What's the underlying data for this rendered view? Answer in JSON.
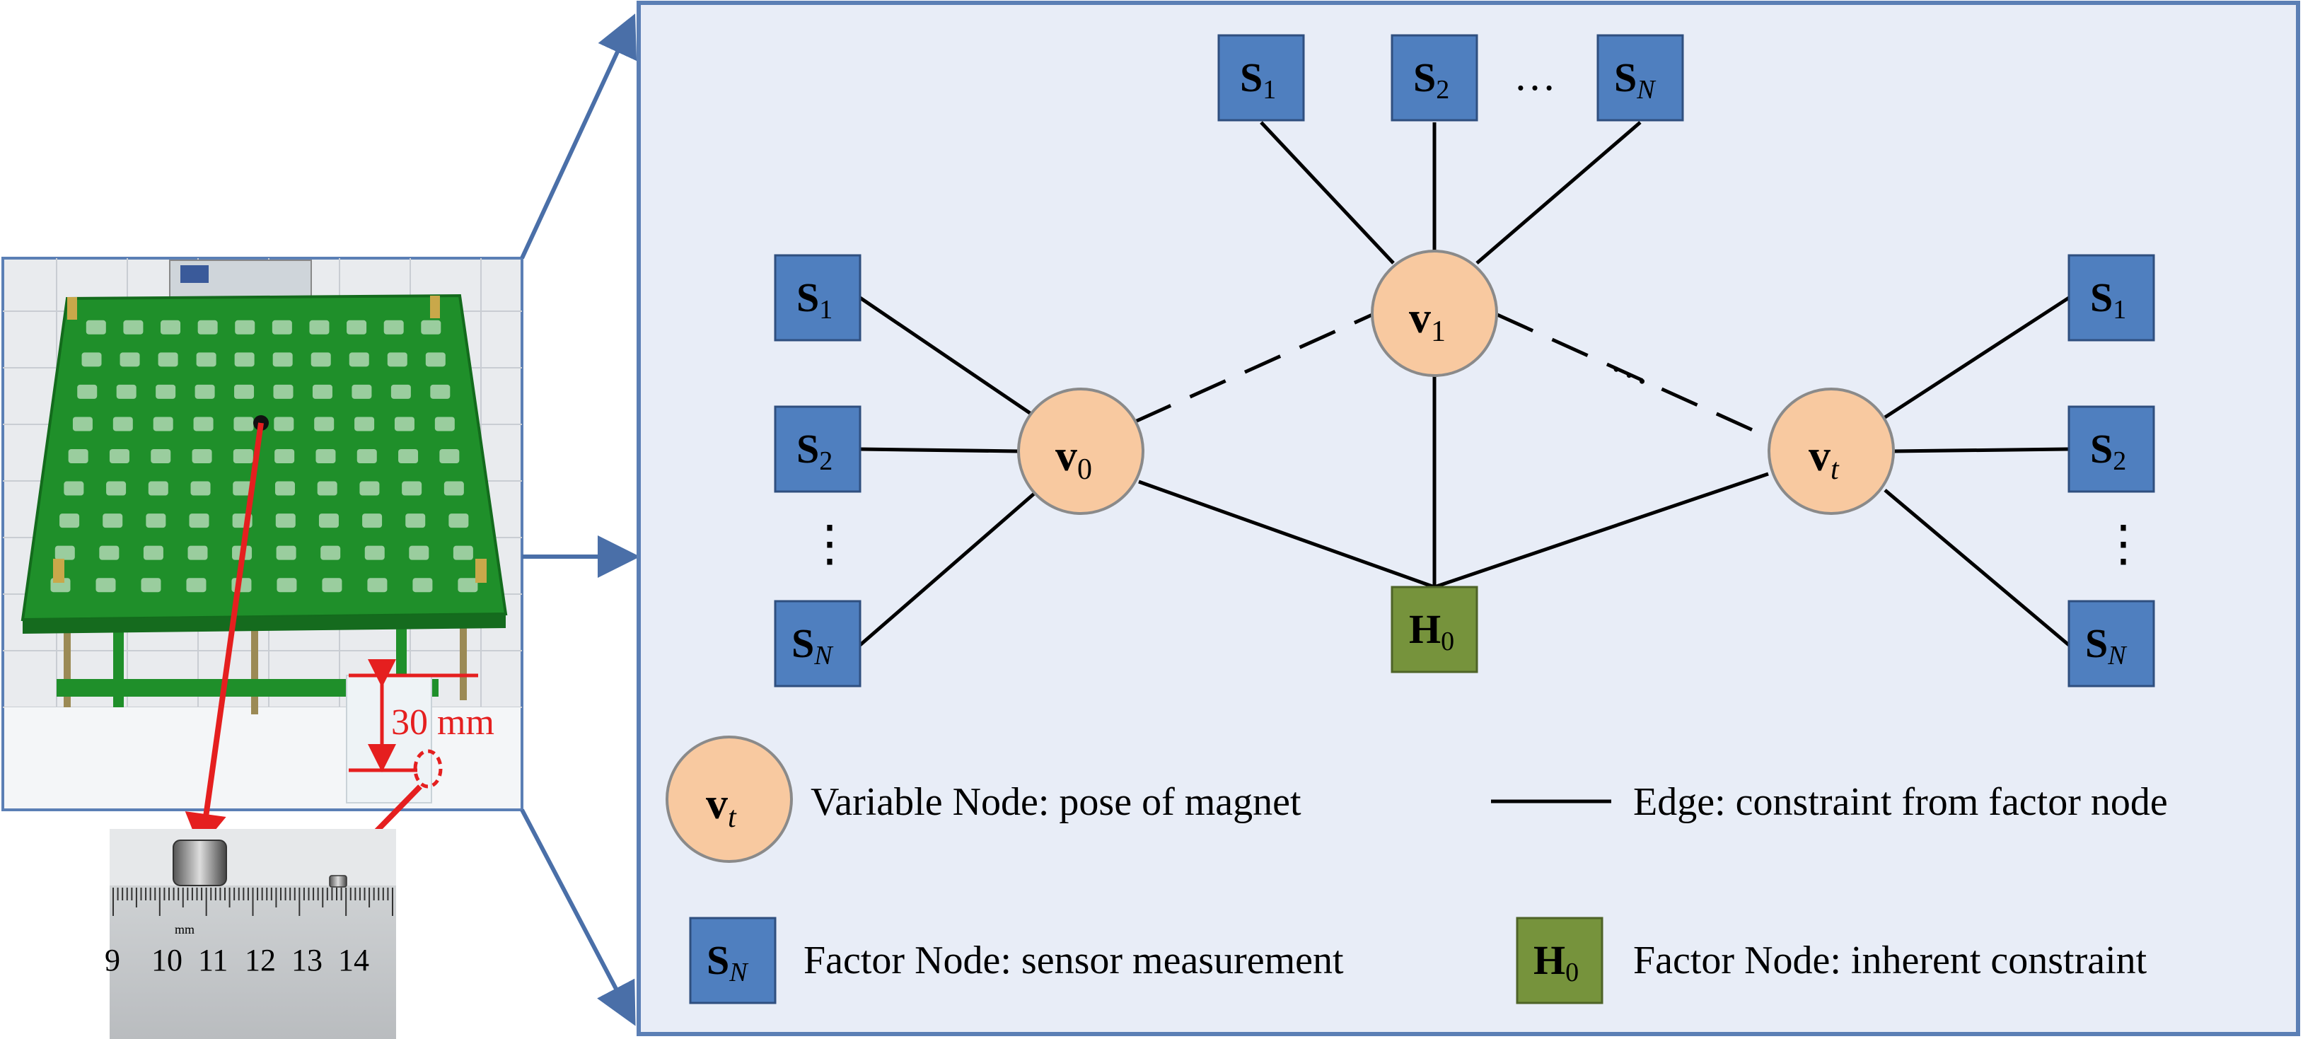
{
  "photo": {
    "dimension_label": "30 mm"
  },
  "ruler": {
    "unit_label": "mm",
    "numbers": [
      "9",
      "10",
      "11",
      "12",
      "13",
      "14"
    ]
  },
  "graph": {
    "sensor_prefix": "S",
    "ellipsis": "…",
    "vdots": "⋮",
    "top_sensors": [
      {
        "sub": "1"
      },
      {
        "sub": "2"
      },
      {
        "sub": "N"
      }
    ],
    "left_sensors": [
      {
        "sub": "1"
      },
      {
        "sub": "2"
      },
      {
        "sub": "N"
      }
    ],
    "right_sensors": [
      {
        "sub": "1"
      },
      {
        "sub": "2"
      },
      {
        "sub": "N"
      }
    ],
    "variable_prefix": "v",
    "variables": [
      {
        "id": "v0",
        "sub": "0"
      },
      {
        "id": "v1",
        "sub": "1"
      },
      {
        "id": "vt",
        "sub": "t"
      }
    ],
    "constraint_prefix": "H",
    "constraint_sub": "0"
  },
  "legend": {
    "variable_node": "Variable Node: pose of magnet",
    "edge": "Edge: constraint from factor node",
    "factor_sensor": "Factor Node: sensor measurement",
    "factor_inherent": "Factor Node: inherent constraint",
    "variable_symbol_sub": "t",
    "sensor_symbol_sub": "N",
    "constraint_symbol_sub": "0"
  },
  "colors": {
    "variable_fill": "#f8c9a0",
    "variable_stroke": "#8a8a8a",
    "sensor_fill": "#4f7fbf",
    "constraint_fill": "#76933c",
    "panel_fill": "#e8edf7",
    "panel_stroke": "#5b7fb5",
    "arrow_red": "#e51f1f",
    "pcb_green": "#1f8f2a"
  }
}
